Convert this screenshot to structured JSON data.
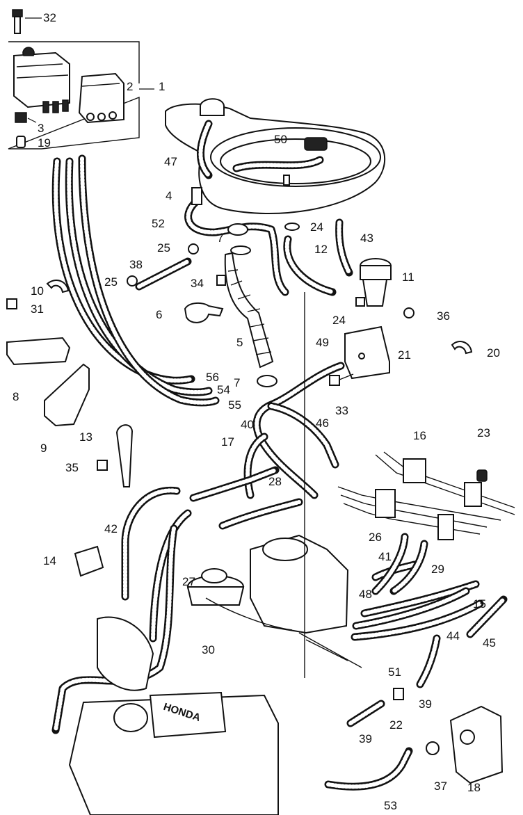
{
  "labels": {
    "l1": "1",
    "l2": "2",
    "l3": "3",
    "l4": "4",
    "l5": "5",
    "l6": "6",
    "l7a": "7",
    "l7b": "7",
    "l8": "8",
    "l9": "9",
    "l10": "10",
    "l11": "11",
    "l12": "12",
    "l13": "13",
    "l14": "14",
    "l15": "15",
    "l16": "16",
    "l17": "17",
    "l18": "18",
    "l19": "19",
    "l20": "20",
    "l21": "21",
    "l22": "22",
    "l23": "23",
    "l24a": "24",
    "l24b": "24",
    "l25a": "25",
    "l25b": "25",
    "l26": "26",
    "l27": "27",
    "l28": "28",
    "l29": "29",
    "l30": "30",
    "l31": "31",
    "l32": "32",
    "l33": "33",
    "l34": "34",
    "l35": "35",
    "l36": "36",
    "l37": "37",
    "l38": "38",
    "l39a": "39",
    "l39b": "39",
    "l40": "40",
    "l41": "41",
    "l42": "42",
    "l43": "43",
    "l44": "44",
    "l45": "45",
    "l46": "46",
    "l47": "47",
    "l48": "48",
    "l49": "49",
    "l50": "50",
    "l51": "51",
    "l52": "52",
    "l53": "53",
    "l54": "54",
    "l55": "55",
    "l56": "56"
  },
  "valve_cover_brand": "HONDA"
}
